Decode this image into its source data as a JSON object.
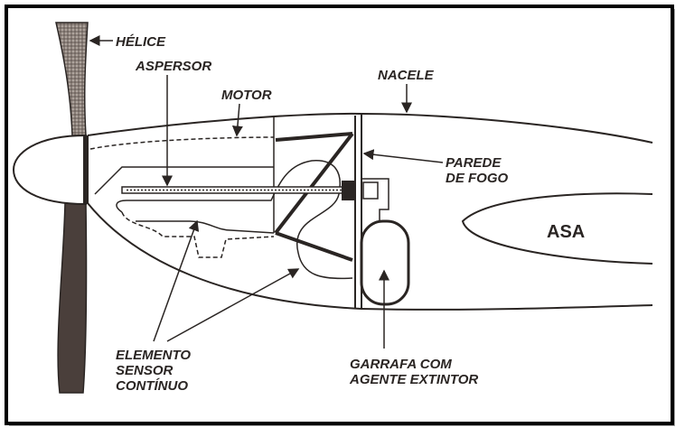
{
  "labels": {
    "helice": "HÉLICE",
    "aspersor": "ASPERSOR",
    "motor": "MOTOR",
    "nacele": "NACELE",
    "parede_1": "PAREDE",
    "parede_2": "DE FOGO",
    "asa": "ASA",
    "elemento_1": "ELEMENTO",
    "elemento_2": "SENSOR",
    "elemento_3": "CONTÍNUO",
    "garrafa_1": "GARRAFA COM",
    "garrafa_2": "AGENTE EXTINTOR"
  },
  "colors": {
    "ink": "#2a2523",
    "frame": "#000000",
    "background": "#ffffff"
  }
}
